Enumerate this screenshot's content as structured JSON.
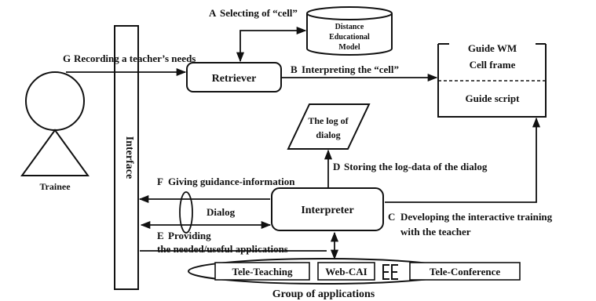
{
  "nodes": {
    "trainee": "Trainee",
    "interface": "Interface",
    "retriever": "Retriever",
    "distance_model": [
      "Distance",
      "Educational",
      "Model"
    ],
    "guide_wm": {
      "title": "Guide WM",
      "cell_frame": "Cell frame",
      "guide_script": "Guide script"
    },
    "log": [
      "The log of",
      "dialog"
    ],
    "interpreter": "Interpreter",
    "dialog": "Dialog",
    "apps": {
      "tele_teaching": "Tele-Teaching",
      "web_cai": "Web-CAI",
      "tele_conference": "Tele-Conference"
    },
    "group_label": "Group of applications"
  },
  "edges": {
    "a": {
      "marker": "A",
      "label": "Selecting of “cell”"
    },
    "b": {
      "marker": "B",
      "label": "Interpreting the “cell”"
    },
    "c": {
      "marker": "C",
      "line1": "Developing the interactive training",
      "line2": "with the teacher"
    },
    "d": {
      "marker": "D",
      "label": "Storing the log-data of the dialog"
    },
    "e": {
      "marker": "E",
      "line1": "Providing",
      "line2": "the needed/useful applications"
    },
    "f": {
      "marker": "F",
      "label": "Giving guidance-information"
    },
    "g": {
      "marker": "G",
      "label": "Recording a teacher’s needs"
    }
  }
}
